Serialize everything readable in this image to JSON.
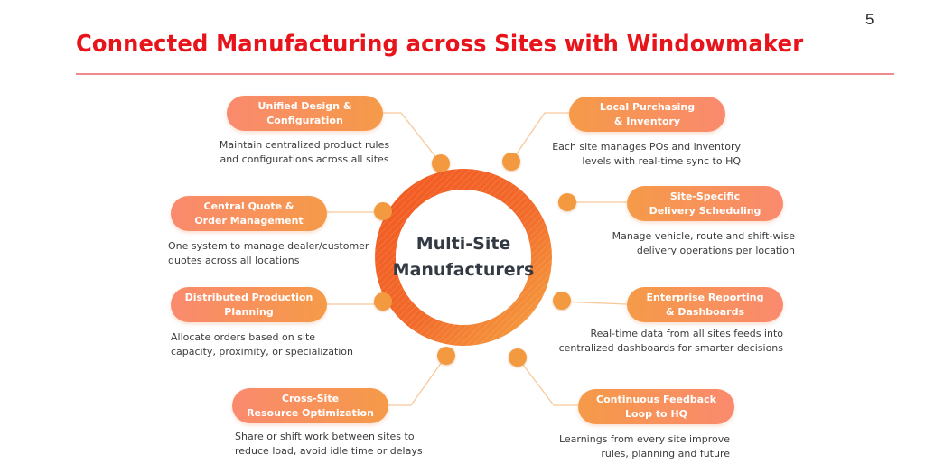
{
  "page_number": "5",
  "title": "Connected Manufacturing across Sites with Windowmaker",
  "colors": {
    "title": "#e8141c",
    "ring": "#f26a2a",
    "ring_light": "#f59a48",
    "node": "#f39a40",
    "connector": "#f7c89a",
    "pill_start": "#fa8a6e",
    "pill_end": "#f59a48"
  },
  "center": {
    "line1": "Multi-Site",
    "line2": "Manufacturers"
  },
  "features": [
    {
      "id": "unified-design",
      "title1": "Unified Design &",
      "title2": "Configuration",
      "desc1": "Maintain centralized product rules",
      "desc2": "and configurations across all sites"
    },
    {
      "id": "central-quote",
      "title1": "Central Quote &",
      "title2": "Order Management",
      "desc1": "One system to manage dealer/customer",
      "desc2": "quotes across all locations"
    },
    {
      "id": "distributed-production",
      "title1": "Distributed Production",
      "title2": "Planning",
      "desc1": "Allocate orders based on site",
      "desc2": "capacity, proximity, or specialization"
    },
    {
      "id": "cross-site",
      "title1": "Cross-Site",
      "title2": "Resource Optimization",
      "desc1": "Share or shift work between sites to",
      "desc2": "reduce load, avoid idle time or delays"
    },
    {
      "id": "local-purchasing",
      "title1": "Local Purchasing",
      "title2": "& Inventory",
      "desc1": "Each site manages POs and inventory",
      "desc2": "levels with real-time sync to HQ"
    },
    {
      "id": "delivery-scheduling",
      "title1": "Site-Specific",
      "title2": "Delivery Scheduling",
      "desc1": "Manage vehicle, route and shift-wise",
      "desc2": "delivery operations per location"
    },
    {
      "id": "enterprise-reporting",
      "title1": "Enterprise Reporting",
      "title2": "& Dashboards",
      "desc1": "Real-time data from all sites feeds into",
      "desc2": "centralized dashboards for smarter decisions"
    },
    {
      "id": "continuous-feedback",
      "title1": "Continuous Feedback",
      "title2": "Loop to HQ",
      "desc1": "Learnings from every site improve",
      "desc2": "rules, planning and future"
    }
  ]
}
